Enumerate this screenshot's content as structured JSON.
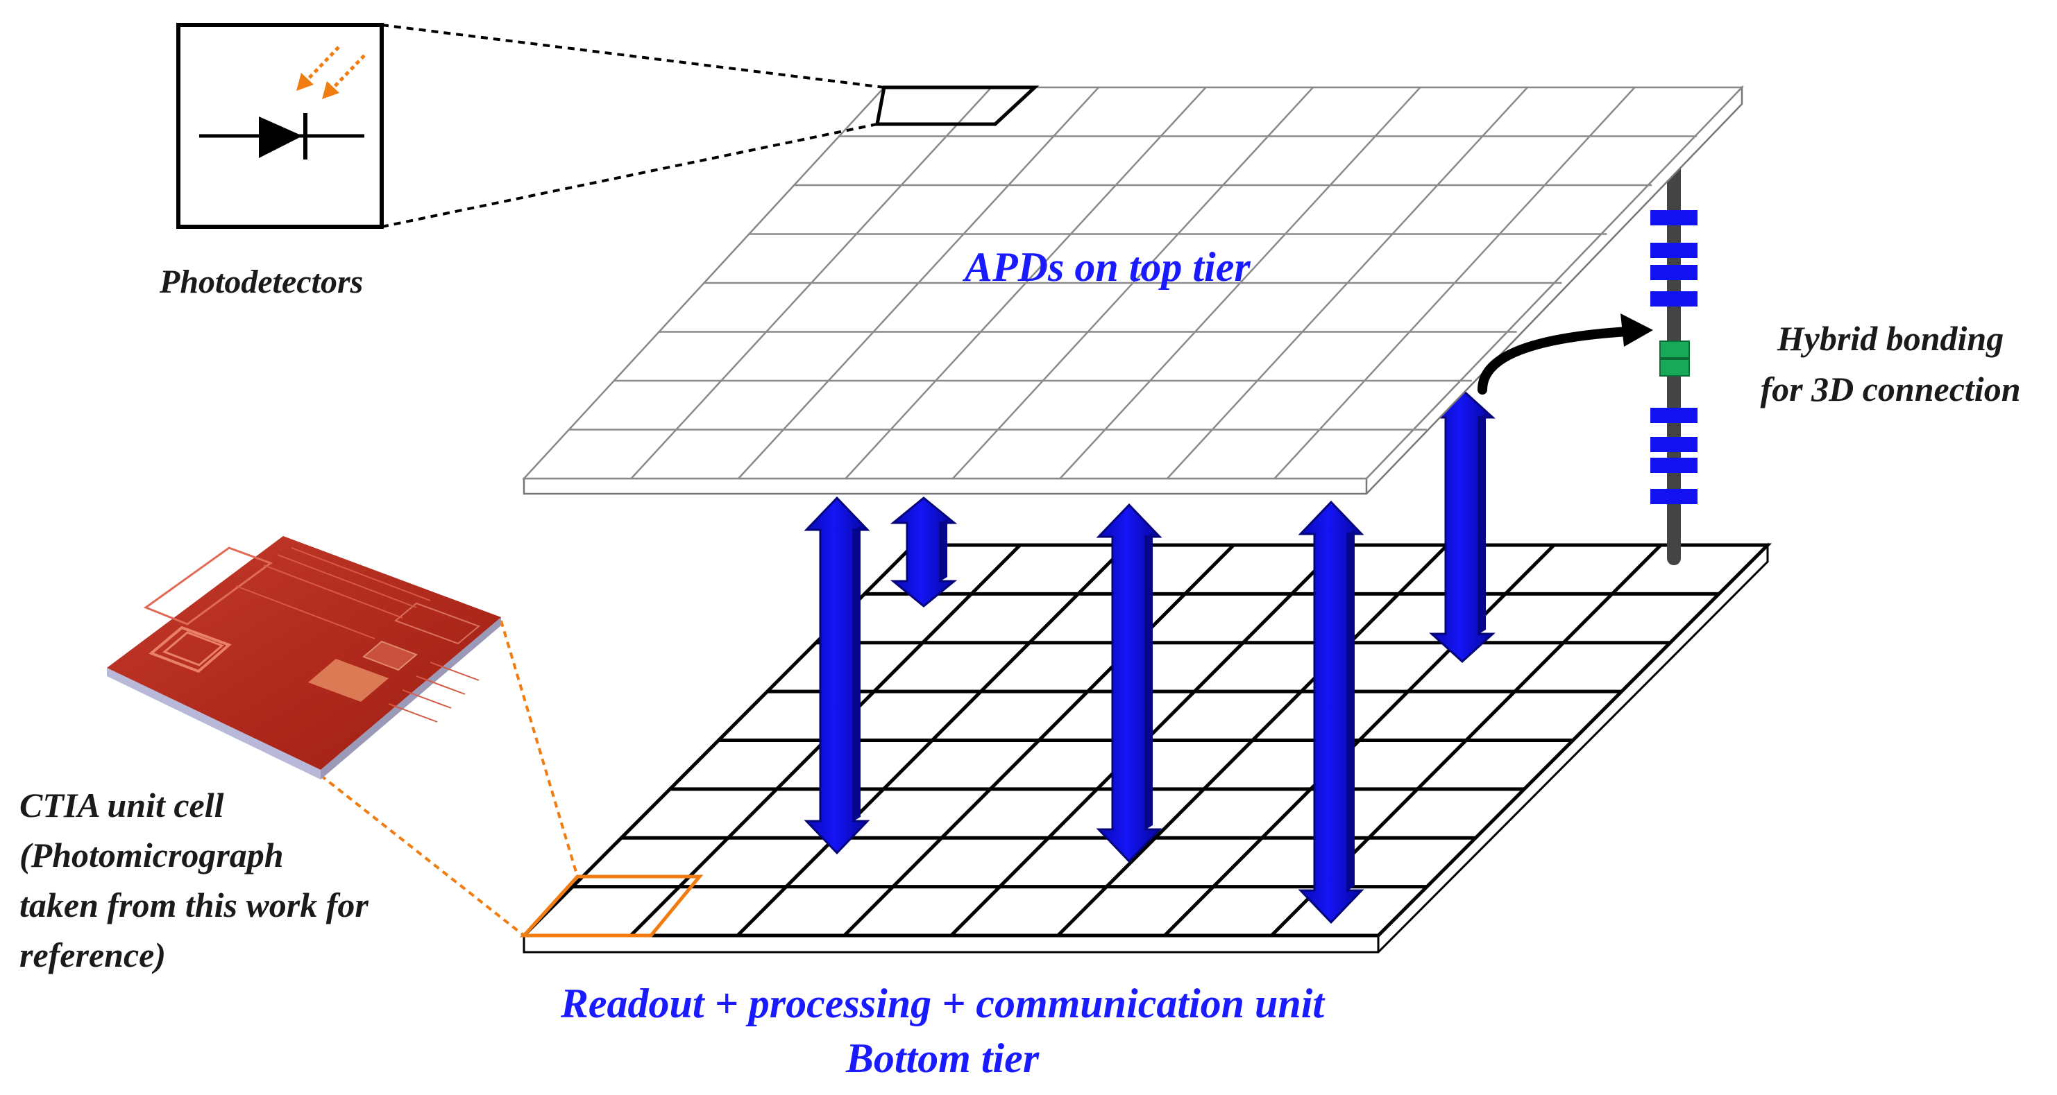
{
  "labels": {
    "photodetectors": "Photodetectors",
    "apds_top_tier": "APDs on top tier",
    "hybrid_bonding_line1": "Hybrid bonding",
    "hybrid_bonding_line2": "for 3D connection",
    "ctia_line1": "CTIA unit cell",
    "ctia_line2": "(Photomicrograph",
    "ctia_line3": "taken from this work for",
    "ctia_line4": "reference)",
    "bottom_line1": "Readout + processing + communication unit",
    "bottom_line2": "Bottom tier"
  },
  "colors": {
    "label_black": "#1a1a1a",
    "label_blue": "#1a1aff",
    "arrow_blue": "#1212f0",
    "orange": "#f07c12",
    "bond_green": "#18a858",
    "chip_red": "#b3261b"
  },
  "icons": {
    "photodiode": "photodiode-icon",
    "incoming_light": "light-arrows-icon"
  }
}
